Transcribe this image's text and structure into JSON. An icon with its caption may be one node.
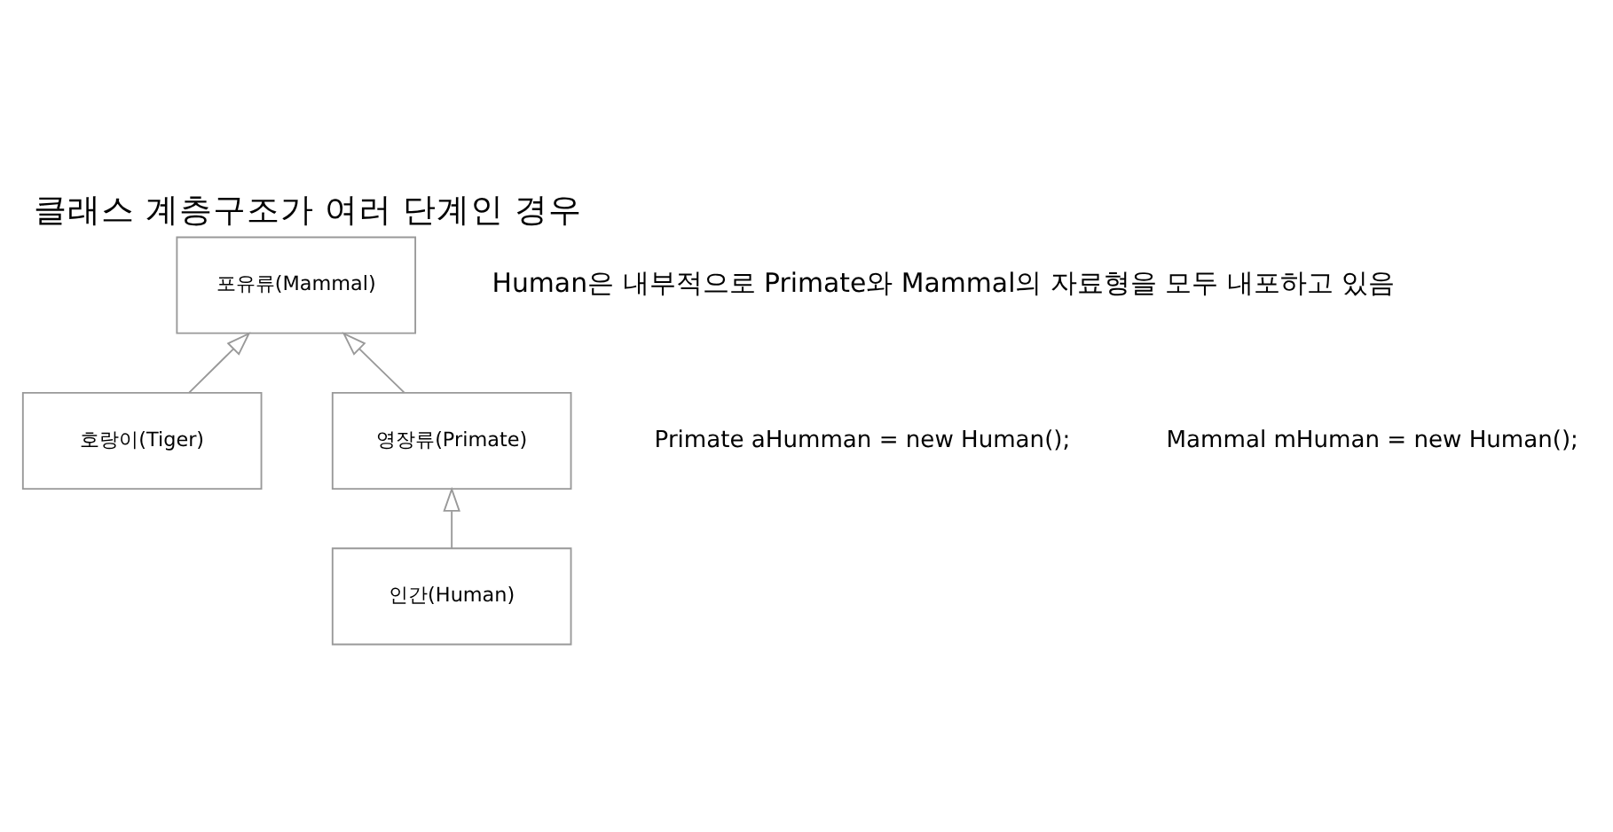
{
  "diagram": {
    "title": "클래스 계층구조가 여러 단계인 경우",
    "nodes": [
      {
        "text": [
          "포유류(Mammal)"
        ]
      },
      {
        "text": [
          "호랑이(Tiger)"
        ]
      },
      {
        "text": [
          "영장류(Primate)"
        ]
      },
      {
        "text": [
          "인간(Human)"
        ]
      }
    ],
    "edges": [
      {
        "from": 1,
        "to": 0,
        "arrow": "to"
      },
      {
        "from": 2,
        "to": 0,
        "arrow": "to"
      },
      {
        "from": 3,
        "to": 2,
        "arrow": "to"
      }
    ],
    "labels": [
      "Human은 내부적으로 Primate와 Mammal의 자료형을 모두 내포하고 있음",
      "Primate aHumman = new Human();",
      "Mammal mHuman = new Human();"
    ]
  }
}
